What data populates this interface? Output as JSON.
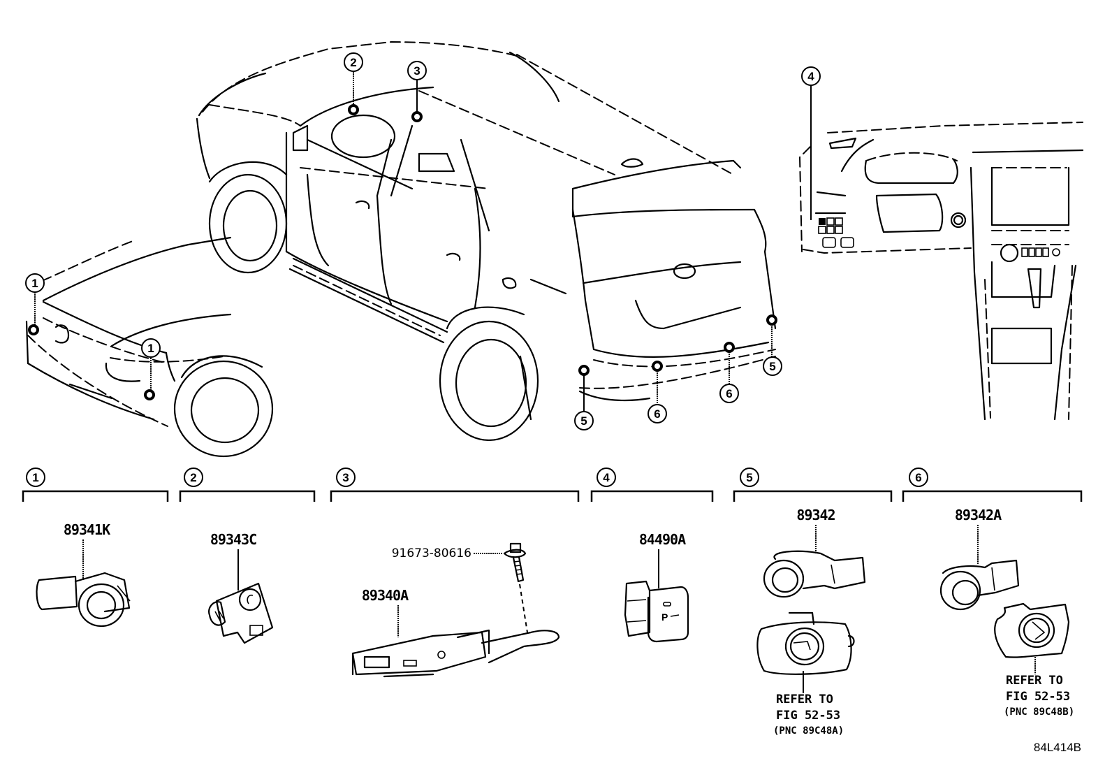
{
  "diagram": {
    "figure_code": "84L414B",
    "theme": {
      "line_color": "#000000",
      "background": "#ffffff"
    },
    "vehicle_callouts": [
      {
        "ref": "1",
        "location": "front bumper left"
      },
      {
        "ref": "1",
        "location": "front bumper right"
      },
      {
        "ref": "2",
        "location": "instrument panel"
      },
      {
        "ref": "3",
        "location": "center cabin / roof"
      },
      {
        "ref": "4",
        "location": "lower dash switch panel"
      },
      {
        "ref": "5",
        "location": "rear bumper left corner"
      },
      {
        "ref": "5",
        "location": "rear bumper right corner"
      },
      {
        "ref": "6",
        "location": "rear bumper center left"
      },
      {
        "ref": "6",
        "location": "rear bumper center right"
      }
    ],
    "groups": [
      {
        "ref": "1",
        "parts": [
          {
            "part_number": "89341K",
            "icon": "ultrasonic-sensor-icon"
          }
        ]
      },
      {
        "ref": "2",
        "parts": [
          {
            "part_number": "89343C",
            "icon": "buzzer-icon"
          }
        ]
      },
      {
        "ref": "3",
        "parts": [
          {
            "part_number": "89340A",
            "icon": "control-module-icon"
          },
          {
            "part_number": "91673-80616",
            "icon": "bolt-icon"
          }
        ]
      },
      {
        "ref": "4",
        "parts": [
          {
            "part_number": "84490A",
            "icon": "parking-switch-icon"
          }
        ]
      },
      {
        "ref": "5",
        "parts": [
          {
            "part_number": "89342",
            "icon": "ultrasonic-sensor-icon"
          }
        ],
        "retainer_note": {
          "line1": "REFER TO",
          "line2": "FIG 52-53",
          "line3": "(PNC 89C48A)"
        }
      },
      {
        "ref": "6",
        "parts": [
          {
            "part_number": "89342A",
            "icon": "ultrasonic-sensor-icon"
          }
        ],
        "retainer_note": {
          "line1": "REFER TO",
          "line2": "FIG 52-53",
          "line3": "(PNC 89C48B)"
        }
      }
    ]
  }
}
